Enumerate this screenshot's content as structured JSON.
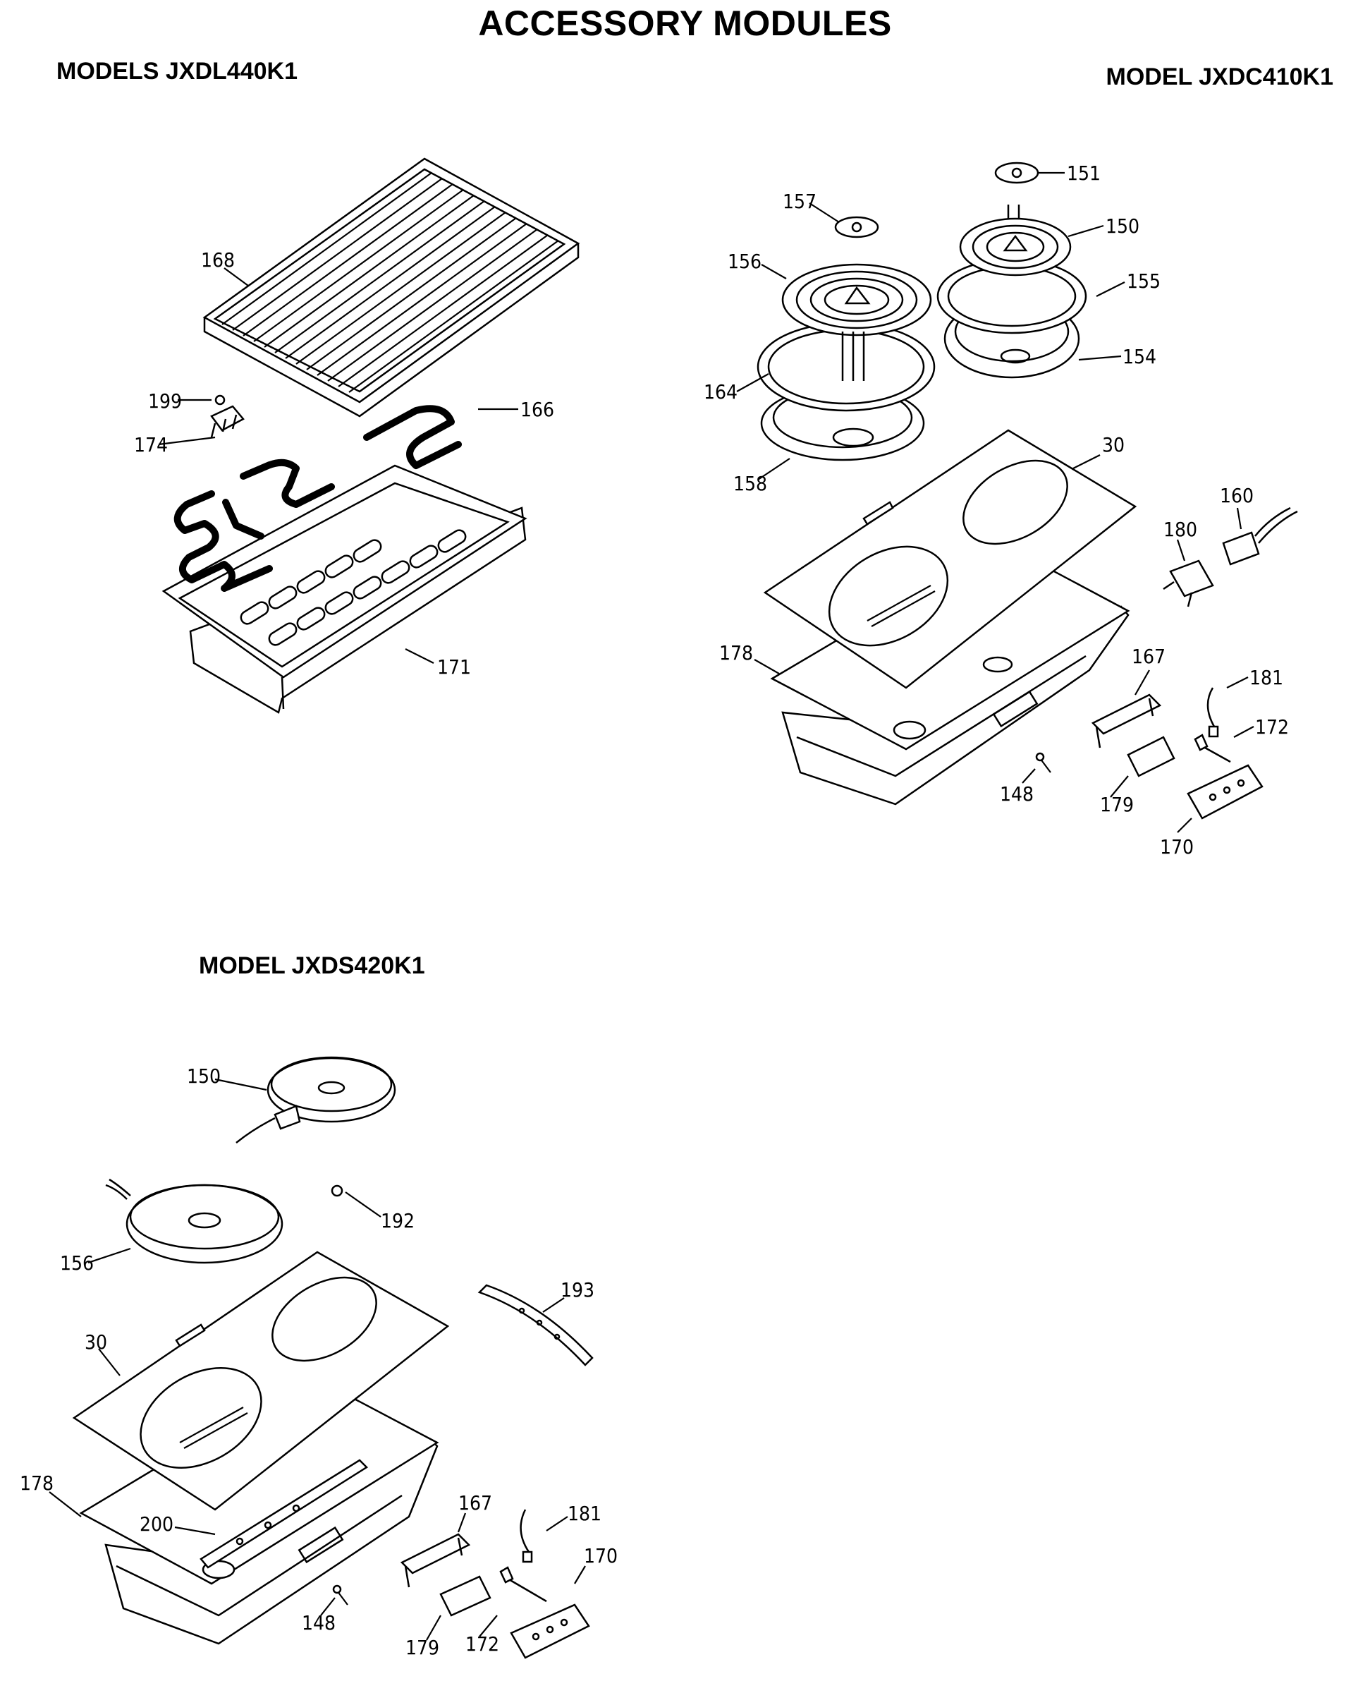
{
  "page": {
    "title": "ACCESSORY MODULES"
  },
  "sections": {
    "grill": {
      "heading": "MODELS JXDL440K1",
      "callouts": [
        "168",
        "199",
        "166",
        "174",
        "171"
      ]
    },
    "coil": {
      "heading": "MODEL JXDC410K1",
      "callouts": [
        "157",
        "151",
        "150",
        "156",
        "155",
        "154",
        "164",
        "158",
        "30",
        "160",
        "180",
        "178",
        "167",
        "181",
        "172",
        "148",
        "179",
        "170"
      ]
    },
    "solid": {
      "heading": "MODEL JXDS420K1",
      "callouts": [
        "150",
        "192",
        "156",
        "193",
        "30",
        "178",
        "167",
        "200",
        "181",
        "170",
        "148",
        "179",
        "172"
      ]
    }
  }
}
